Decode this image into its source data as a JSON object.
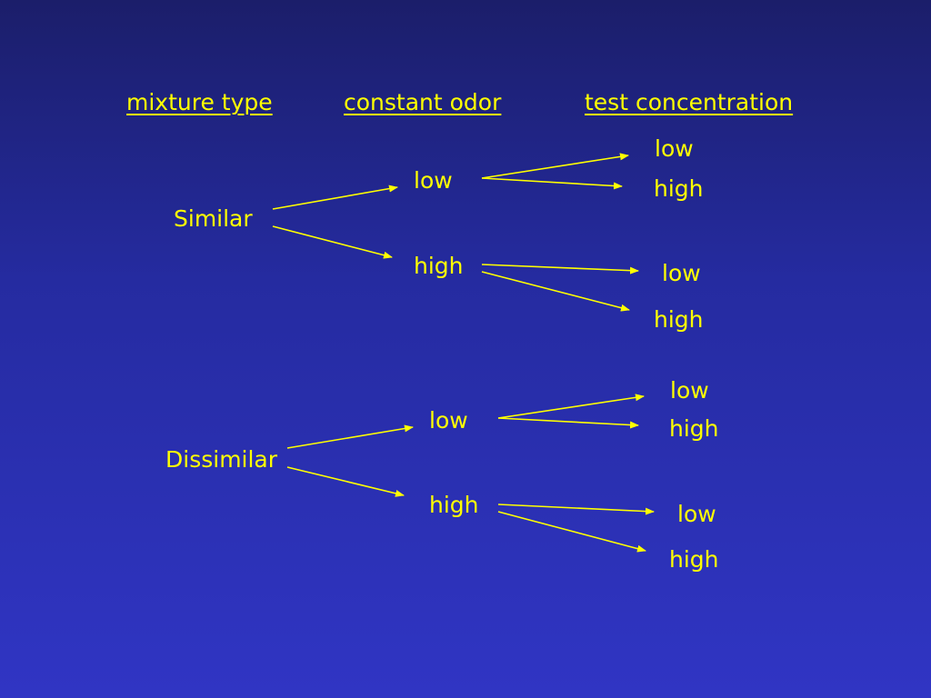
{
  "colors": {
    "text": "#ffff00",
    "arrow": "#ffff00",
    "background_top": "#1b1e6a",
    "background_bottom": "#3035c4"
  },
  "headers": {
    "mixture_type": "mixture type",
    "constant_odor": "constant odor",
    "test_concentration": "test concentration"
  },
  "similar": {
    "label": "Similar",
    "low": {
      "label": "low",
      "test_low": "low",
      "test_high": "high"
    },
    "high": {
      "label": "high",
      "test_low": "low",
      "test_high": "high"
    }
  },
  "dissimilar": {
    "label": "Dissimilar",
    "low": {
      "label": "low",
      "test_low": "low",
      "test_high": "high"
    },
    "high": {
      "label": "high",
      "test_low": "low",
      "test_high": "high"
    }
  }
}
